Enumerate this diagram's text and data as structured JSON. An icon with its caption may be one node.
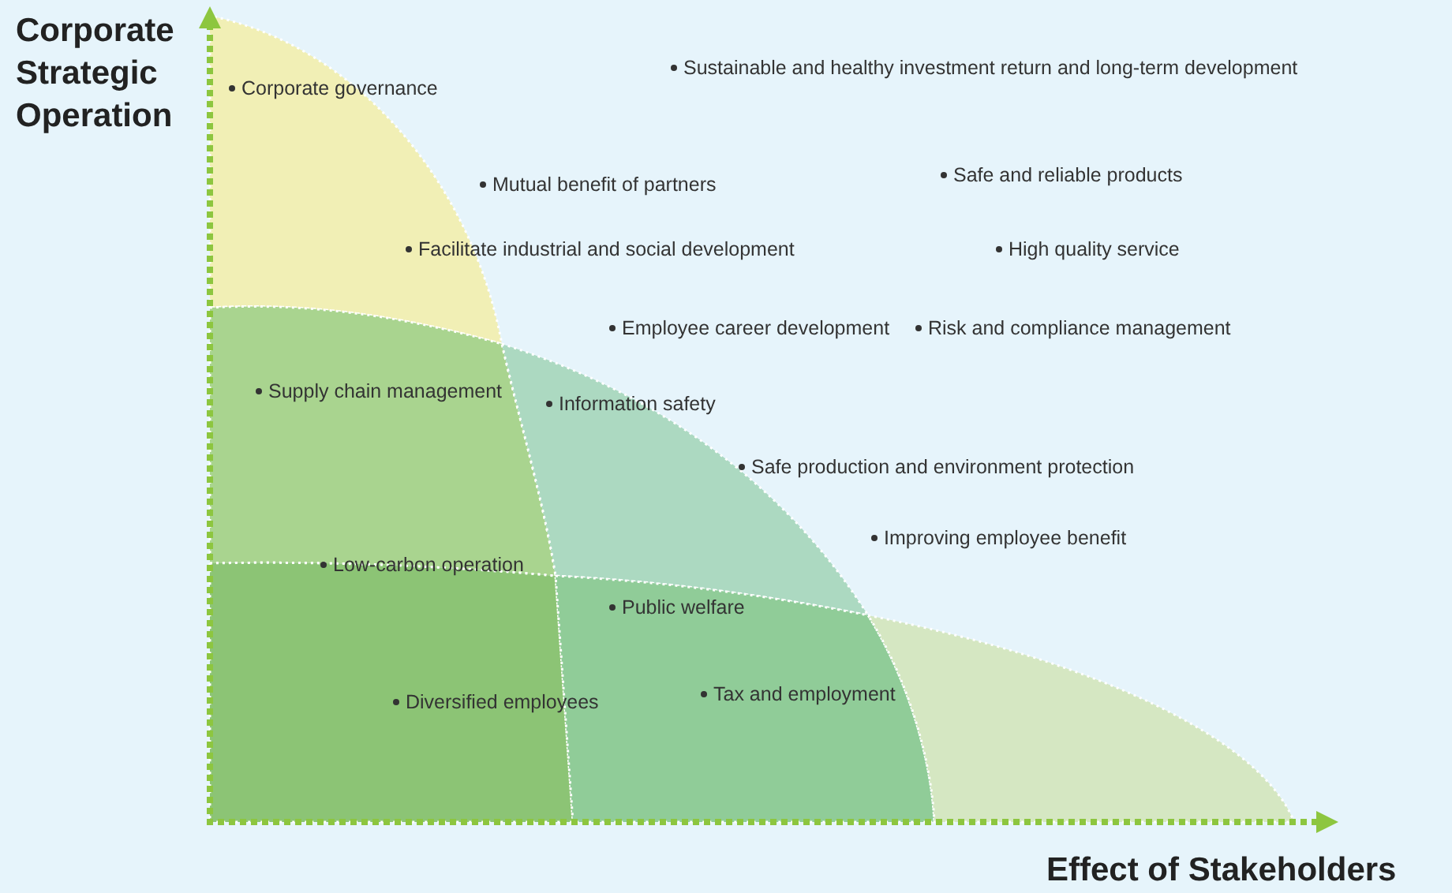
{
  "diagram": {
    "labels": [
      "Corporate Strategic Operation",
      "Sustainable and healthy investment return and long-term development",
      "Corporate governance",
      "Safe and reliable products",
      "Mutual benefit of partners",
      "Facilitate industrial and social development",
      "High quality service",
      "Employee career development",
      "Risk and compliance management",
      "Supply chain management",
      "Information safety",
      "Safe production and environment protection",
      "Improving employee benefit",
      "Low-carbon operation",
      "Public welfare",
      "Tax and employment",
      "Diversified employees",
      "Effect of Stakeholders"
    ]
  }
}
